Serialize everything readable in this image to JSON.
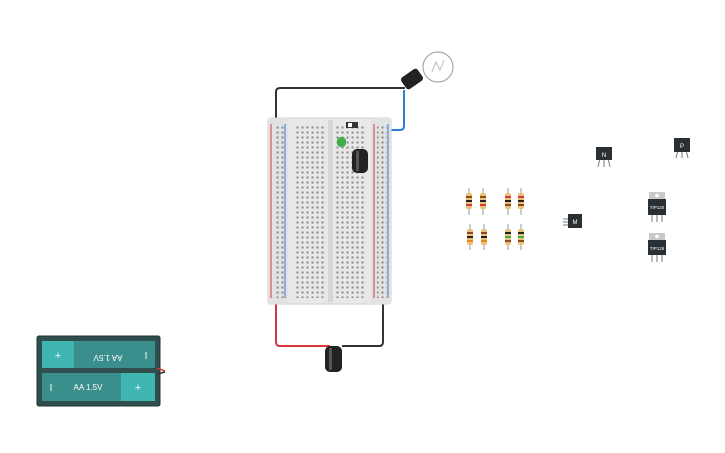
{
  "battery": {
    "top_cell_label": "AA 1.5V",
    "bottom_cell_label": "AA 1.5V",
    "plus_symbol": "+",
    "minus_symbol": "I"
  },
  "transistors": {
    "npn_label": "N",
    "pnp_label": "P",
    "mosfet_label": "M"
  },
  "regulators": {
    "reg1_label": "TIP120",
    "reg2_label": "TIP125"
  },
  "colors": {
    "background": "#ffffff",
    "wire_red": "#d43a3a",
    "wire_black": "#333333",
    "wire_blue": "#2f7fd0",
    "led_green": "#3fae49",
    "battery_teal": "#3fb6b2",
    "battery_case": "#2f4f4f"
  }
}
